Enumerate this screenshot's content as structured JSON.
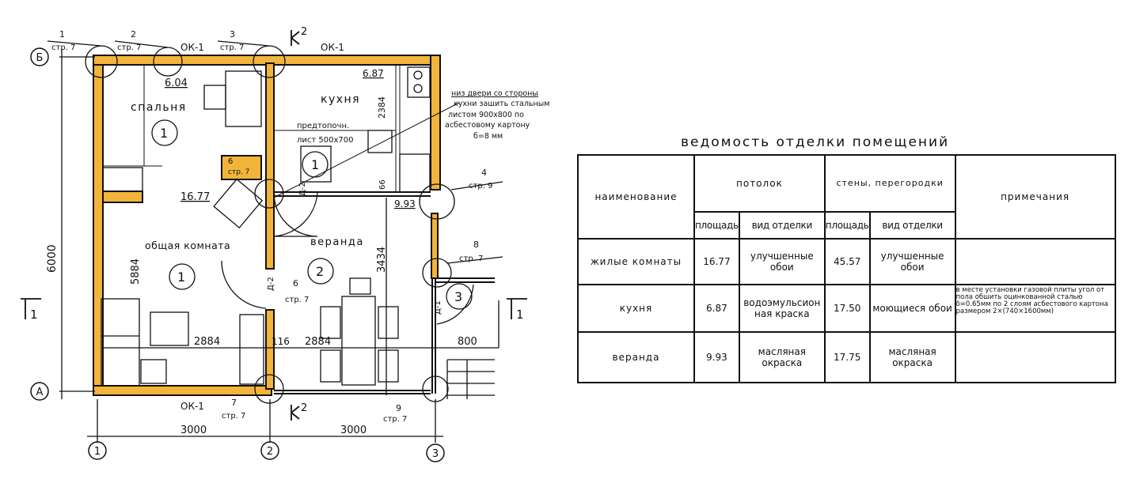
{
  "plan": {
    "axis_letters": [
      "Б",
      "А"
    ],
    "axis_numbers": [
      "1",
      "2",
      "3"
    ],
    "rooms": {
      "bedroom": {
        "name": "спальня",
        "area": "6.04",
        "number": "1"
      },
      "kitchen": {
        "name": "кухня",
        "area": "6.87",
        "number": "1"
      },
      "common": {
        "name": "общая комната",
        "area": "16.77",
        "number": "1"
      },
      "veranda": {
        "name": "веранда",
        "area": "9.93",
        "number": "2"
      },
      "porch": {
        "number": "3"
      }
    },
    "kitchen_note": [
      "низ двери со стороны",
      "кухни зашить стальным",
      "листом 900х800 по",
      "асбестовому картону",
      "б=8 мм"
    ],
    "stove_note": [
      "предтопочн.",
      "лист 500х700"
    ],
    "dims": {
      "total_height": "6000",
      "left_span": "3000",
      "right_span": "3000",
      "common_height": "5884",
      "kitchen_height": "2384",
      "veranda_height": "3434",
      "width_left": "2884",
      "partition": "116",
      "width_right": "2884",
      "porch": "800",
      "partition2": "66"
    },
    "callouts": [
      {
        "num": "1",
        "ref": "стр. 7"
      },
      {
        "num": "2",
        "ref": "стр. 7"
      },
      {
        "num": "3",
        "ref": "стр. 7"
      },
      {
        "num": "4",
        "ref": "стр. 9"
      },
      {
        "num": "6",
        "ref": "стр. 7"
      },
      {
        "num": "6",
        "ref": "стр. 7"
      },
      {
        "num": "7",
        "ref": "стр. 7"
      },
      {
        "num": "8",
        "ref": "стр. 7"
      },
      {
        "num": "9",
        "ref": "стр. 7"
      }
    ],
    "windows": [
      "ОК-1",
      "ОК-1",
      "ОК-1"
    ],
    "doors": [
      "Д-2",
      "Д-2",
      "Д-1"
    ],
    "section_marks": [
      "2",
      "2",
      "1",
      "1"
    ]
  },
  "table": {
    "title": "ведомость отделки помещений",
    "col_name": "наименование",
    "col_ceiling": "потолок",
    "col_walls": "стены, перегородки",
    "col_notes": "примечания",
    "sub_area": "площадь",
    "sub_finish": "вид отделки",
    "rows": [
      {
        "name": "жилые комнаты",
        "ceil_area": "16.77",
        "ceil_finish": "улучшенные обои",
        "wall_area": "45.57",
        "wall_finish": "улучшенные обои",
        "note": ""
      },
      {
        "name": "кухня",
        "ceil_area": "6.87",
        "ceil_finish": "водоэмульсион ная краска",
        "wall_area": "17.50",
        "wall_finish": "моющиеся обои",
        "note": "в месте установки газовой плиты угол от пола обшить оцинкованной сталью δ=0.65мм по 2 слоям асбестового картона размером 2×(740×1600мм)"
      },
      {
        "name": "веранда",
        "ceil_area": "9.93",
        "ceil_finish": "масляная окраска",
        "wall_area": "17.75",
        "wall_finish": "масляная окраска",
        "note": ""
      }
    ]
  }
}
